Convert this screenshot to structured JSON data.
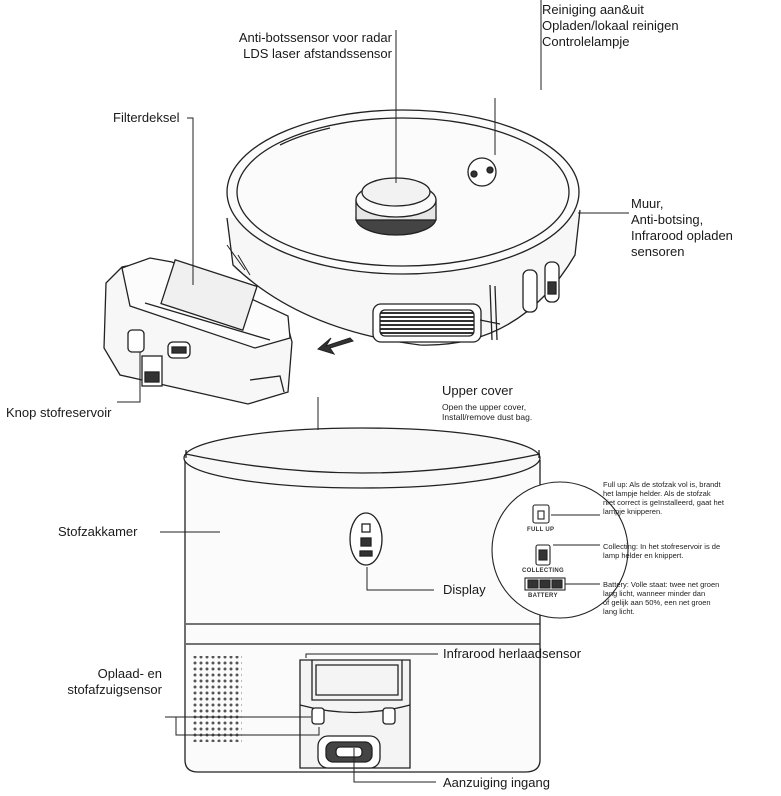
{
  "labels": {
    "reiniging": [
      "Reiniging aan&uit",
      "Opladen/lokaal reinigen",
      "Controlelampje"
    ],
    "antibots": [
      "Anti-botssensor voor radar",
      "LDS laser afstandssensor"
    ],
    "filterdeksel": "Filterdeksel",
    "muur": [
      "Muur,",
      "Anti-botsing,",
      "Infrarood opladen",
      "sensoren"
    ],
    "knop": "Knop stofreservoir",
    "upper_cover_title": "Upper cover",
    "upper_cover_desc": [
      "Open the upper cover,",
      "Install/remove dust bag."
    ],
    "stofzakkamer": "Stofzakkamer",
    "display": "Display",
    "infrarood": "Infrarood herlaadsensor",
    "oplaad": [
      "Oplaad- en",
      "stofafzuigsensor"
    ],
    "aanzuiging": "Aanzuiging ingang"
  },
  "indicators": {
    "full_up": {
      "icon_label": "FULL UP",
      "text": [
        "Full up: Als de stofzak vol is, brandt",
        "het lampje helder. Als de stofzak",
        "niet correct is geïnstalleerd, gaat het",
        "lampje knipperen."
      ]
    },
    "collecting": {
      "icon_label": "COLLECTING",
      "text": [
        "Collecting: In het stofreservoir is de",
        "lamp helder en knippert."
      ]
    },
    "battery": {
      "icon_label": "BATTERY",
      "text": [
        "Battery: Volle staat: twee net groen",
        "lang licht, wanneer minder dan",
        "of gelijk aan 50%, een net groen",
        "lang licht."
      ]
    }
  }
}
